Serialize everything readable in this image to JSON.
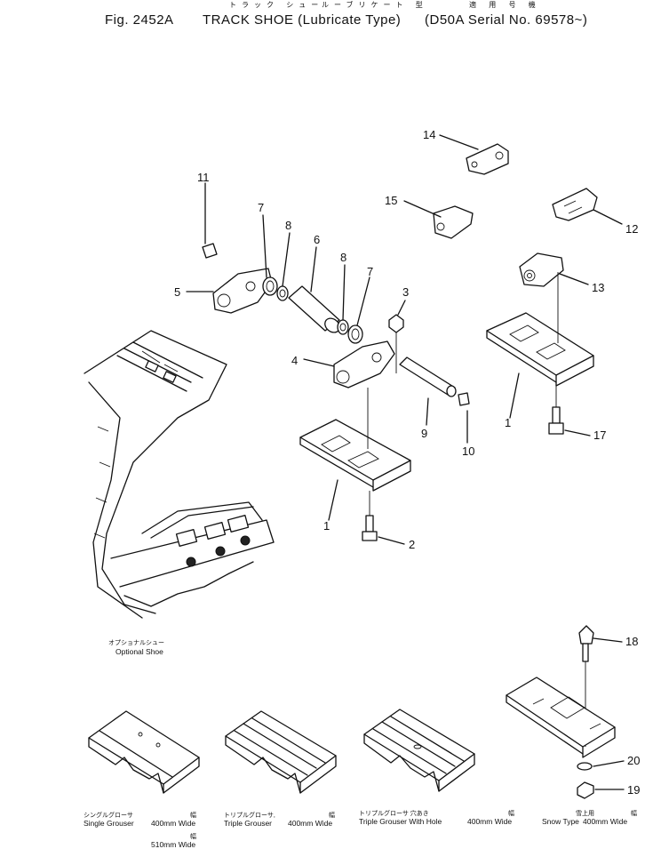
{
  "header": {
    "title_jp_1": "トラック シュー",
    "title_jp_2": "ルーブリケート 型",
    "title_jp_3": "適 用 号 機",
    "figure": "Fig. 2452A",
    "title": "TRACK SHOE (Lubricate Type)",
    "serial": "(D50A Serial No. 69578~)"
  },
  "callouts": [
    "14",
    "15",
    "12",
    "11",
    "7",
    "8",
    "6",
    "8",
    "7",
    "3",
    "5",
    "13",
    "4",
    "1",
    "17",
    "9",
    "10",
    "1",
    "2",
    "18",
    "20",
    "19"
  ],
  "optional_caption": {
    "jp": "オプショナルシュー",
    "en": "Optional Shoe"
  },
  "shoe_options": [
    {
      "jp": "シングルグローサ",
      "en": "Single Grouser",
      "width_jp": "幅",
      "width": "400mm Wide",
      "width2_jp": "幅",
      "width2": "510mm Wide"
    },
    {
      "jp": "トリプルグローサ,",
      "en": "Triple Grouser",
      "width_jp": "幅",
      "width": "400mm Wide"
    },
    {
      "jp": "トリプルグローサ 穴あき",
      "en": "Triple Grouser With Hole",
      "width_jp": "幅",
      "width": "400mm Wide"
    },
    {
      "jp": "雪上用",
      "en": "Snow Type",
      "width_jp": "幅",
      "width": "400mm Wide"
    }
  ]
}
